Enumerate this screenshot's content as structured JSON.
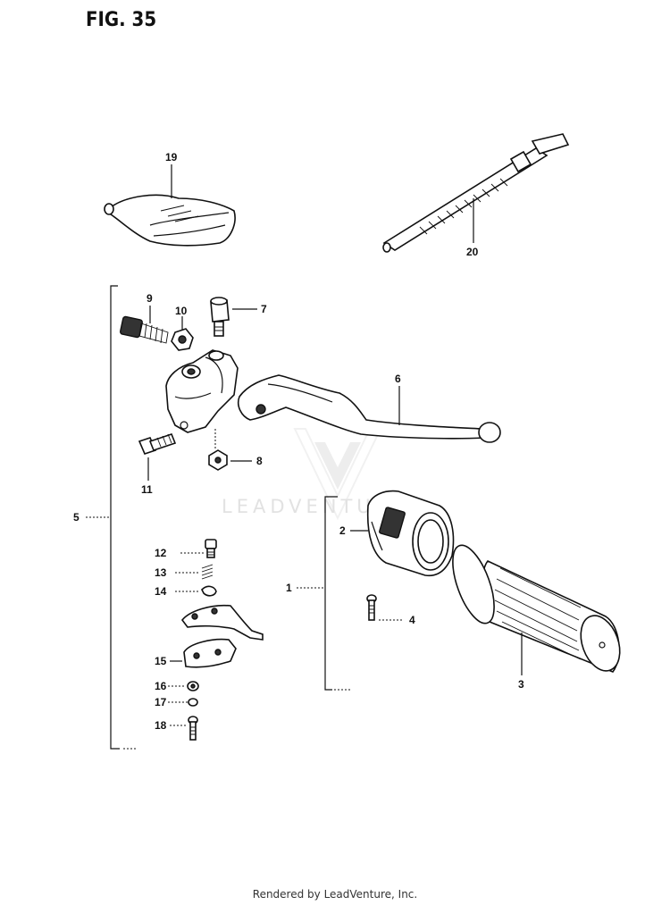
{
  "figure": {
    "title": "FIG. 35",
    "footer": "Rendered by LeadVenture, Inc.",
    "watermark": "LEADVENTURE"
  },
  "callouts": [
    "19",
    "20",
    "9",
    "10",
    "7",
    "6",
    "11",
    "8",
    "5",
    "2",
    "1",
    "4",
    "3",
    "12",
    "13",
    "14",
    "15",
    "16",
    "17",
    "18"
  ]
}
